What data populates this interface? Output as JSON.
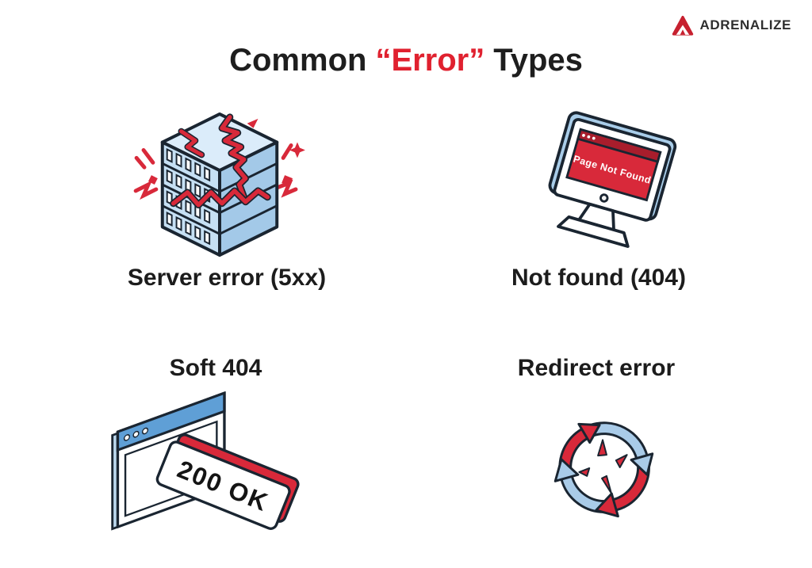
{
  "brand": {
    "name": "ADRENALIZE"
  },
  "title": {
    "prefix": "Common",
    "highlight": "“Error”",
    "suffix": "Types"
  },
  "cards": [
    {
      "id": "server-error",
      "label": "Server error (5xx)",
      "icon": "broken-server-icon"
    },
    {
      "id": "not-found",
      "label": "Not found (404)",
      "icon": "page-not-found-monitor-icon",
      "screen_text": "Page Not Found"
    },
    {
      "id": "soft-404",
      "label": "Soft 404",
      "icon": "browser-200-ok-icon",
      "badge_text": "200 OK"
    },
    {
      "id": "redirect-error",
      "label": "Redirect error",
      "icon": "redirect-arrows-icon"
    }
  ],
  "colors": {
    "accent_red": "#d8293a",
    "title_red": "#e0212f",
    "dark_red": "#a81d2c",
    "light_blue": "#c6e0f4",
    "mid_blue": "#a3c9e8",
    "bar_blue": "#5f9fd6",
    "outline": "#1a2531",
    "text": "#1c1c1c",
    "background": "#ffffff"
  }
}
